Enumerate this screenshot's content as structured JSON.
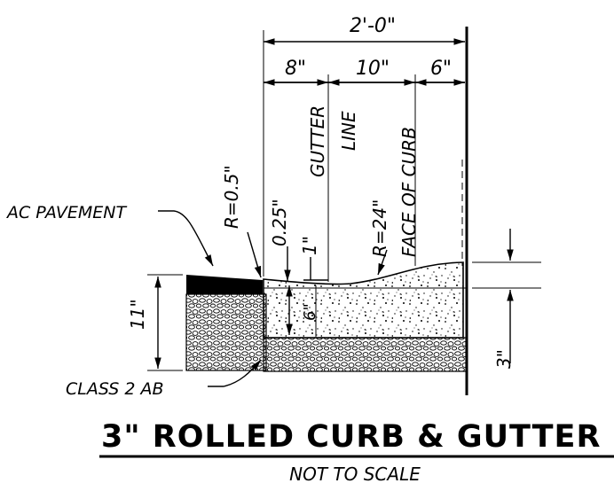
{
  "dimensions": {
    "overall": "2'-0\"",
    "seg1": "8\"",
    "seg2": "10\"",
    "seg3": "6\"",
    "r_small": "R=0.5\"",
    "slope": "0.25\"",
    "one_inch": "1\"",
    "r_large": "R=24\"",
    "depth_11": "11\"",
    "depth_6": "6\"",
    "depth_3": "3\""
  },
  "labels": {
    "gutter": "GUTTER",
    "line": "LINE",
    "face_of_curb": "FACE OF CURB",
    "ac_pavement": "AC PAVEMENT",
    "class2ab": "CLASS 2 AB"
  },
  "title": "3\" ROLLED CURB & GUTTER",
  "subtitle": "NOT TO SCALE",
  "colors": {
    "ink": "#000000",
    "background": "#ffffff"
  }
}
